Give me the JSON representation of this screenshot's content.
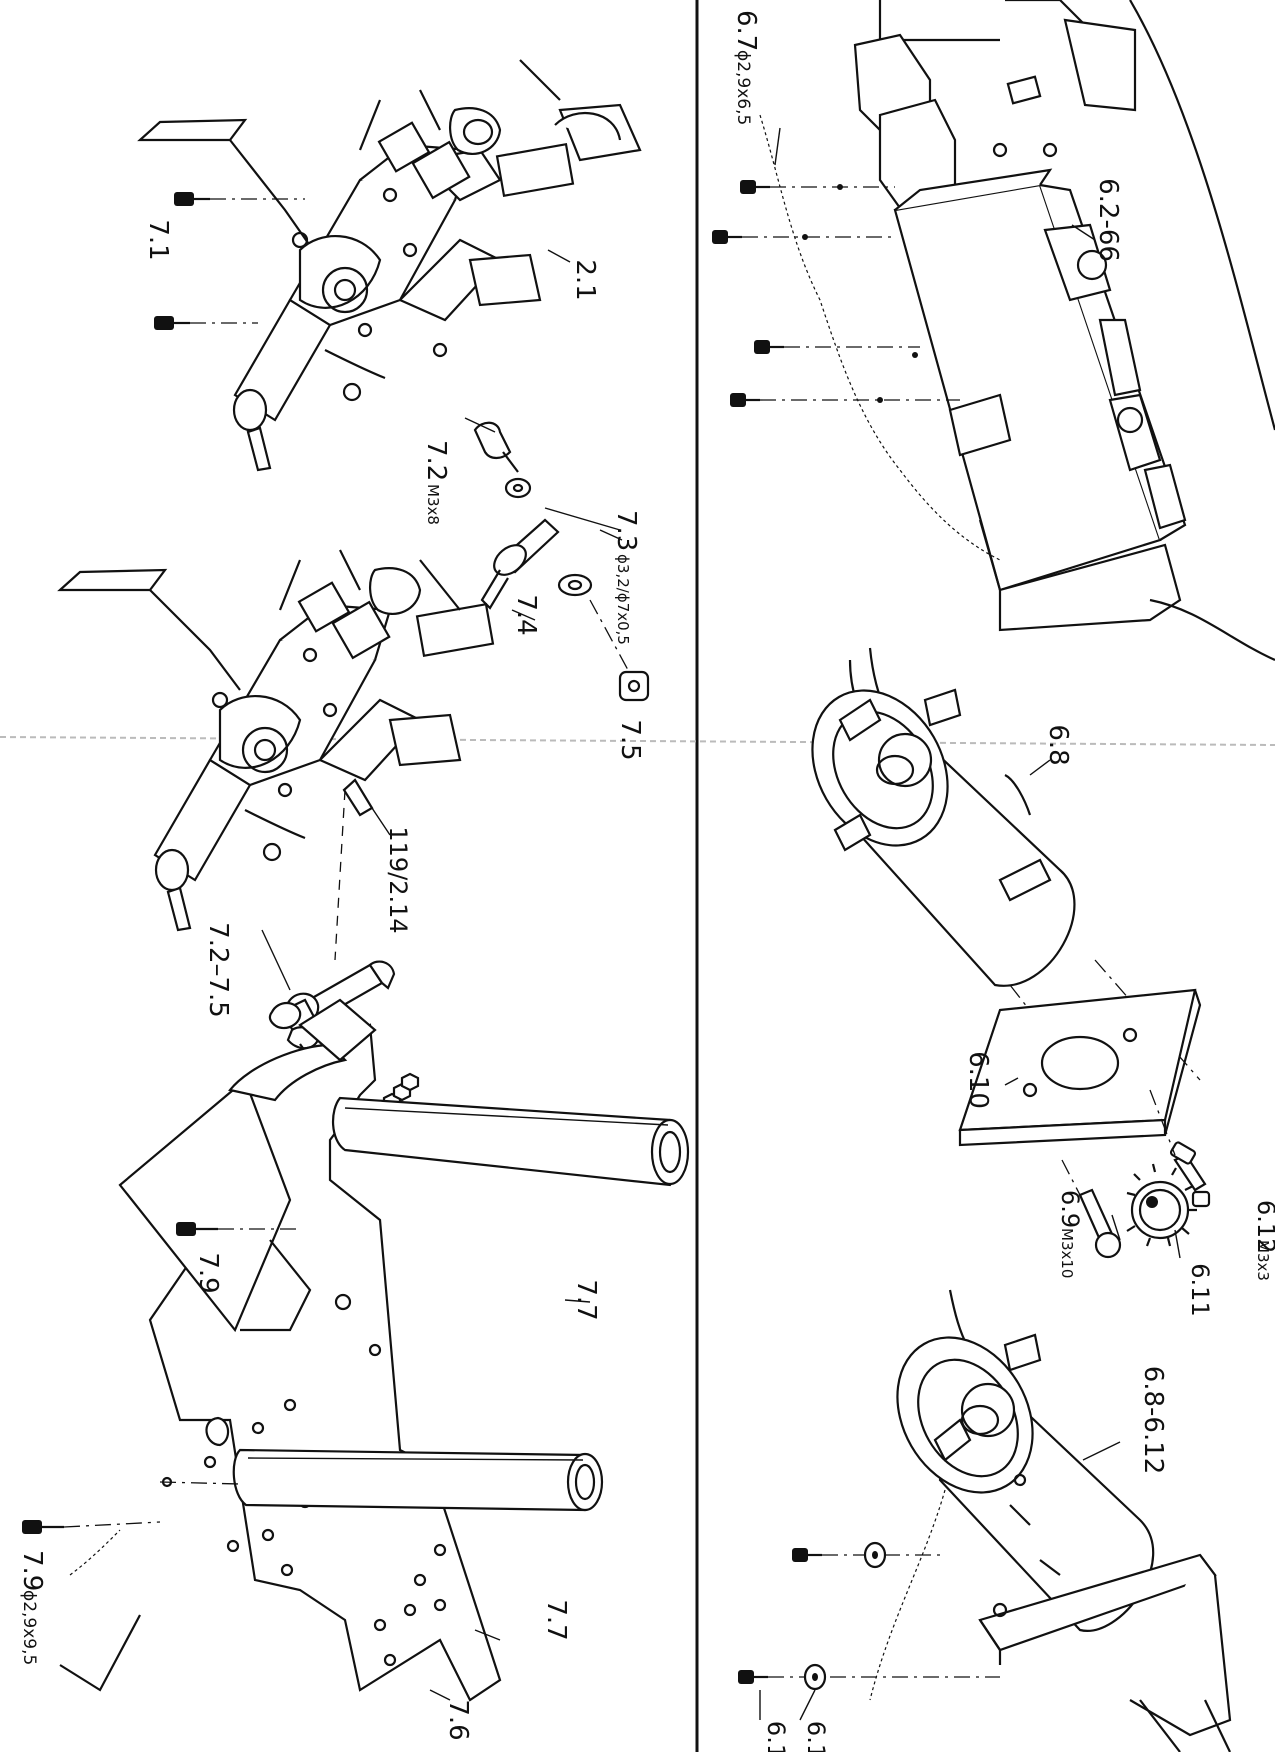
{
  "labels": {
    "l71": "7.1",
    "l21": "2.1",
    "l72": "7.2",
    "l72s": "M3x8",
    "l73": "7.3",
    "l73s": "ϕ3,2/ϕ7x0,5",
    "l74": "7.4",
    "l75": "7.5",
    "l119": "119/2.14",
    "l7275": "7.2–7.5",
    "l79": "7.9",
    "l77a": "7.7",
    "l77b": "7.7",
    "l79b": "7.9",
    "l79bs": "ϕ2,9x9,5",
    "l76": "7.6",
    "l67": "6.7",
    "l67s": "ϕ2,9x6,5",
    "l6266": "6.2-66",
    "l68": "6.8",
    "l610": "6.10",
    "l69": "6.9",
    "l69s": "M3x10",
    "l611": "6.11",
    "l612": "6.12",
    "l612s": "M3x3",
    "l68612": "6.8-6.12",
    "l613a": "6.1",
    "l613b": "6.1"
  }
}
